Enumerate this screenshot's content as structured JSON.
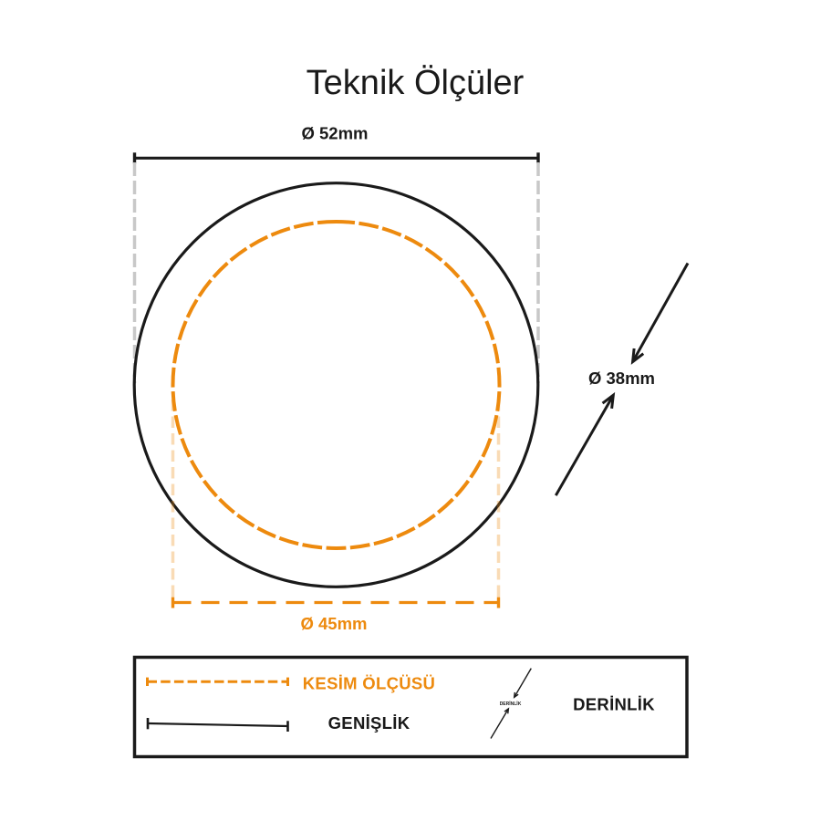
{
  "title": "Teknik Ölçüler",
  "colors": {
    "ink": "#1A1A1A",
    "accent": "#ED8A0E",
    "guide": "#C8C8C8"
  },
  "measurements": {
    "outer_diameter": "Ø 52mm",
    "cut_diameter": "Ø 45mm",
    "depth": "Ø 38mm"
  },
  "legend": {
    "cut_size_label": "KESİM ÖLÇÜSÜ",
    "width_label": "GENİŞLİK",
    "depth_label": "DERİNLİK",
    "depth_symbol_label": "DERİNLİK"
  }
}
